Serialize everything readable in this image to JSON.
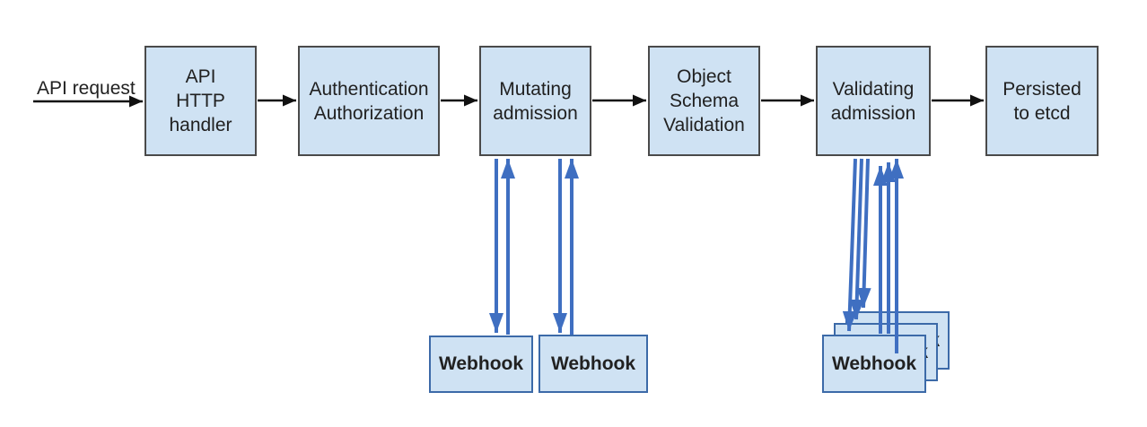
{
  "colors": {
    "box-fill": "#cfe2f3",
    "box-border": "#4a4a4a",
    "webhook-border": "#3c6aa8",
    "arrow-black": "#111111",
    "arrow-blue": "#3f6fc1",
    "text": "#212121",
    "background": "#ffffff"
  },
  "diagram": {
    "request_label": "API request",
    "pipeline": [
      {
        "id": "api-http-handler",
        "label": "API\nHTTP\nhandler"
      },
      {
        "id": "authentication-authorization",
        "label": "Authentication\nAuthorization"
      },
      {
        "id": "mutating-admission",
        "label": "Mutating\nadmission"
      },
      {
        "id": "object-schema-validation",
        "label": "Object\nSchema\nValidation"
      },
      {
        "id": "validating-admission",
        "label": "Validating\nadmission"
      },
      {
        "id": "persisted-to-etcd",
        "label": "Persisted\nto etcd"
      }
    ],
    "mutating_webhooks": [
      {
        "label": "Webhook"
      },
      {
        "label": "Webhook"
      }
    ],
    "validating_webhooks": [
      {
        "label": "Webhook"
      },
      {
        "label": "Webhook"
      },
      {
        "label": "Webhook"
      }
    ]
  }
}
